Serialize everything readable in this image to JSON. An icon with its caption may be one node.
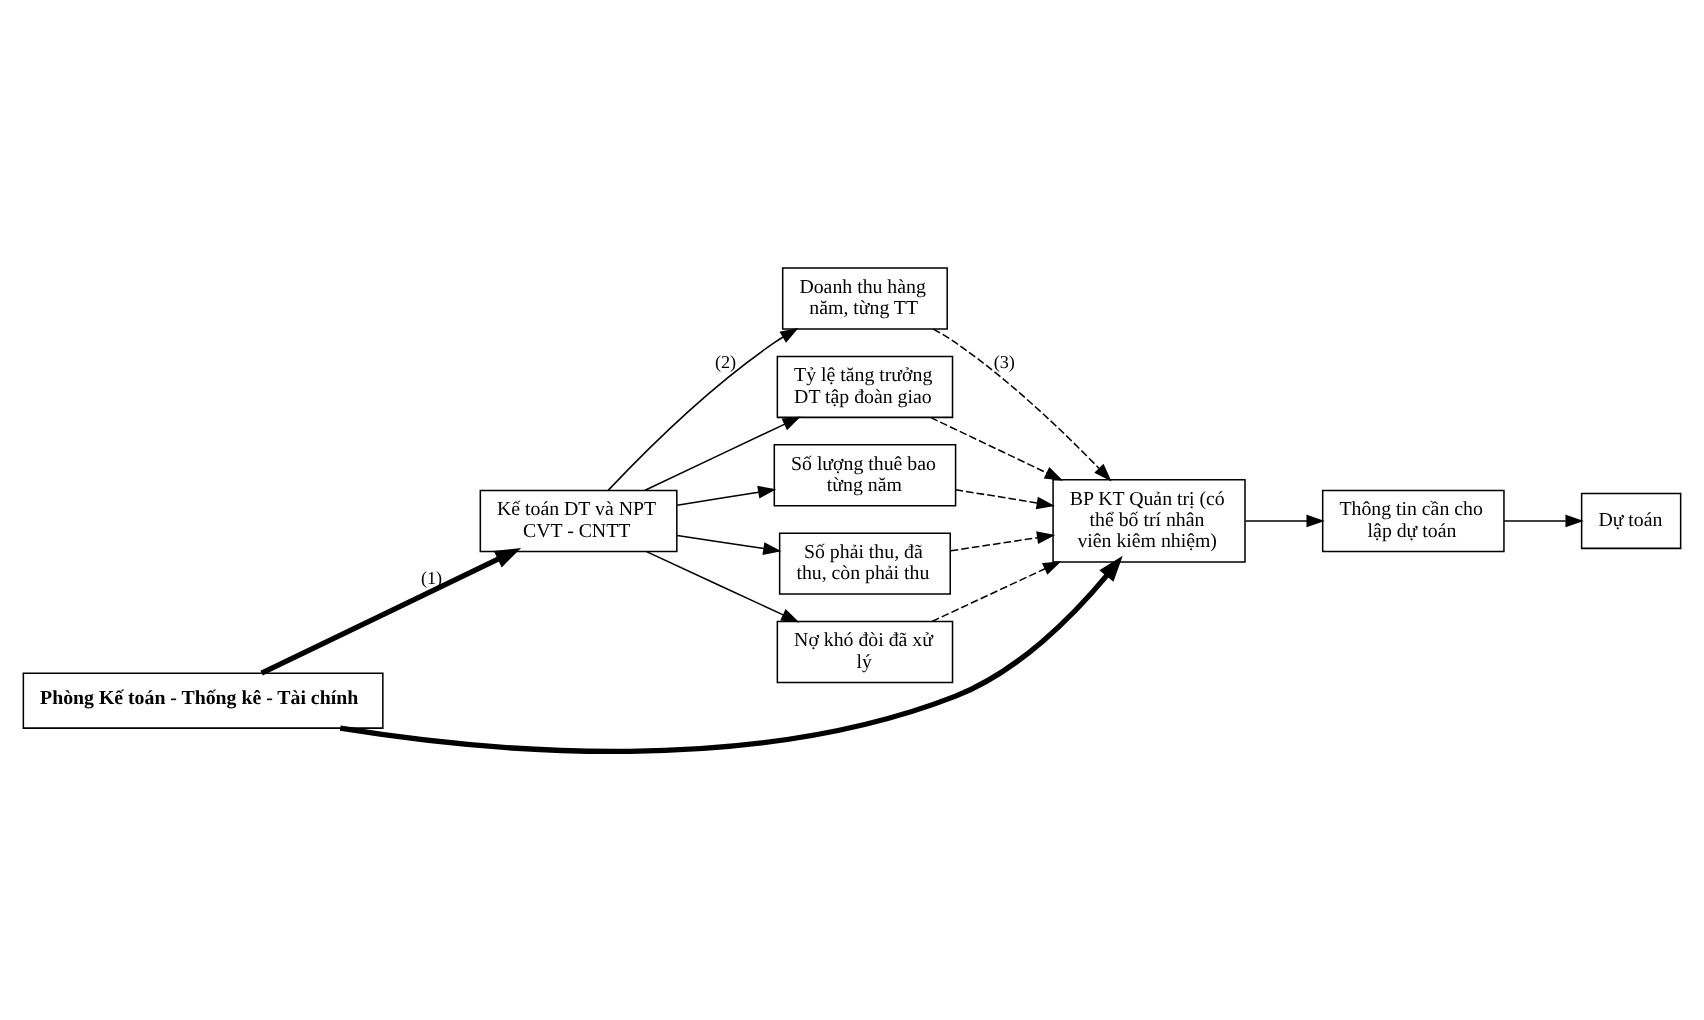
{
  "diagram": {
    "nodes": [
      {
        "text": [
          "Phòng Kế toán - Thống kê - Tài chính"
        ]
      },
      {
        "text": [
          "Kế toán DT và NPT CVT - CNTT"
        ]
      },
      {
        "text": [
          "Doanh thu hàng năm, từng TT"
        ]
      },
      {
        "text": [
          "Tỷ lệ tăng trưởng DT tập đoàn giao"
        ]
      },
      {
        "text": [
          "Số lượng thuê bao từng năm"
        ]
      },
      {
        "text": [
          "Số phải thu, đã thu, còn phải thu"
        ]
      },
      {
        "text": [
          "Nợ khó đòi đã xử lý"
        ]
      },
      {
        "text": [
          "BP KT Quản trị (có thể bố trí nhân viên kiêm nhiệm)"
        ]
      },
      {
        "text": [
          "Thông tin cần cho lập dự toán"
        ]
      },
      {
        "text": [
          "Dự toán"
        ]
      }
    ],
    "edges": [
      {
        "from": 0,
        "to": 1,
        "arrow": "to",
        "label": "(1)",
        "style": "thick"
      },
      {
        "from": 0,
        "to": 7,
        "arrow": "to",
        "style": "thick"
      },
      {
        "from": 1,
        "to": 2,
        "arrow": "to",
        "label": "(2)"
      },
      {
        "from": 1,
        "to": 3,
        "arrow": "to"
      },
      {
        "from": 1,
        "to": 4,
        "arrow": "to"
      },
      {
        "from": 1,
        "to": 5,
        "arrow": "to"
      },
      {
        "from": 1,
        "to": 6,
        "arrow": "to"
      },
      {
        "from": 2,
        "to": 7,
        "arrow": "to",
        "label": "(3)",
        "style": "dashed"
      },
      {
        "from": 3,
        "to": 7,
        "arrow": "to",
        "style": "dashed"
      },
      {
        "from": 4,
        "to": 7,
        "arrow": "to",
        "style": "dashed"
      },
      {
        "from": 5,
        "to": 7,
        "arrow": "to",
        "style": "dashed"
      },
      {
        "from": 6,
        "to": 7,
        "arrow": "to",
        "style": "dashed"
      },
      {
        "from": 7,
        "to": 8,
        "arrow": "to"
      },
      {
        "from": 8,
        "to": 9,
        "arrow": "to"
      }
    ]
  }
}
